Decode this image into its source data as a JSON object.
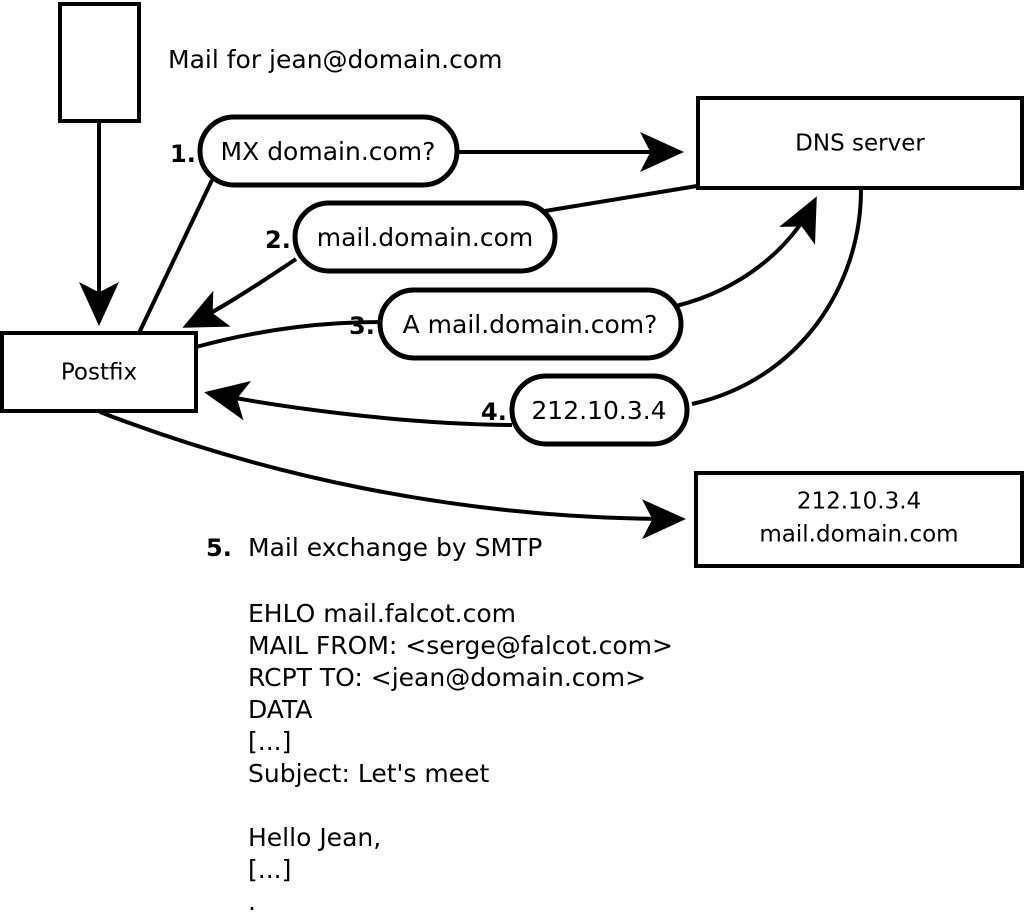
{
  "diagram": {
    "title_annotation": "Mail for jean@domain.com",
    "nodes": {
      "client_box": {
        "label": ""
      },
      "postfix": {
        "label": "Postfix"
      },
      "dns_server": {
        "label": "DNS server"
      },
      "mail_server": {
        "line1": "212.10.3.4",
        "line2": "mail.domain.com"
      }
    },
    "steps": [
      {
        "num": "1.",
        "message": "MX domain.com?"
      },
      {
        "num": "2.",
        "message": "mail.domain.com"
      },
      {
        "num": "3.",
        "message": "A mail.domain.com?"
      },
      {
        "num": "4.",
        "message": "212.10.3.4"
      },
      {
        "num": "5.",
        "message": "Mail exchange by SMTP"
      }
    ],
    "transcript": [
      "EHLO mail.falcot.com",
      "MAIL FROM: <serge@falcot.com>",
      "RCPT TO: <jean@domain.com>",
      "DATA",
      "[...]",
      "Subject: Let's meet",
      "",
      "Hello Jean,",
      "[...]",
      "."
    ],
    "colors": {
      "stroke": "#000000",
      "fill": "#ffffff",
      "background": "#ffffff"
    }
  }
}
